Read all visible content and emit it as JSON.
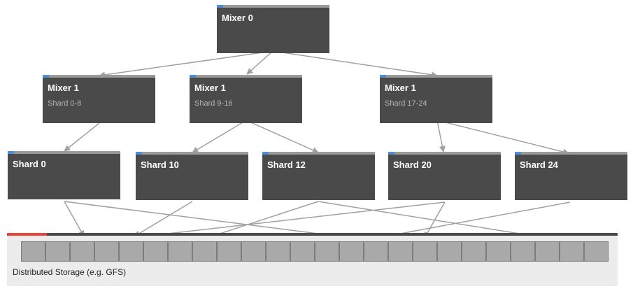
{
  "mixer0": {
    "title": "Mixer 0"
  },
  "mixer1": [
    {
      "title": "Mixer 1",
      "subtitle": "Shard 0-8"
    },
    {
      "title": "Mixer 1",
      "subtitle": "Shard 9-16"
    },
    {
      "title": "Mixer 1",
      "subtitle": "Shard 17-24"
    }
  ],
  "shards": [
    {
      "title": "Shard 0"
    },
    {
      "title": "Shard 10"
    },
    {
      "title": "Shard 12"
    },
    {
      "title": "Shard 20"
    },
    {
      "title": "Shard 24"
    }
  ],
  "storage": {
    "label": "Distributed Storage (e.g. GFS)",
    "progress": 0.065,
    "cell_count": 24
  },
  "colors": {
    "node_bg": "#4a4a4a",
    "accent": "#4a8fd8",
    "edge": "#a0a0a0",
    "progress": "#e8443a"
  }
}
